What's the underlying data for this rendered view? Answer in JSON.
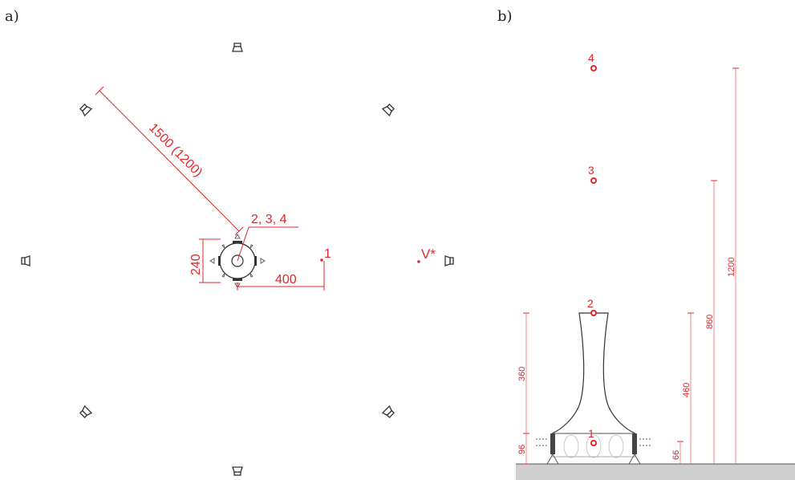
{
  "panels": {
    "a": {
      "label": "a)"
    },
    "b": {
      "label": "b)"
    }
  },
  "plan": {
    "dim_radius": "1500 (1200)",
    "dim_center_points": "2, 3, 4",
    "dim_diameter": "240",
    "dim_offset": "400",
    "point_1": "1",
    "virtual_source": "V*"
  },
  "elevation": {
    "points": [
      "1",
      "2",
      "3",
      "4"
    ],
    "dim_360": "360",
    "dim_96": "96",
    "dim_66": "66",
    "dim_460": "460",
    "dim_860": "860",
    "dim_1200": "1200"
  },
  "colors": {
    "dimension": "#e3262a",
    "outline": "#333333",
    "ground": "#cfcfcf"
  }
}
